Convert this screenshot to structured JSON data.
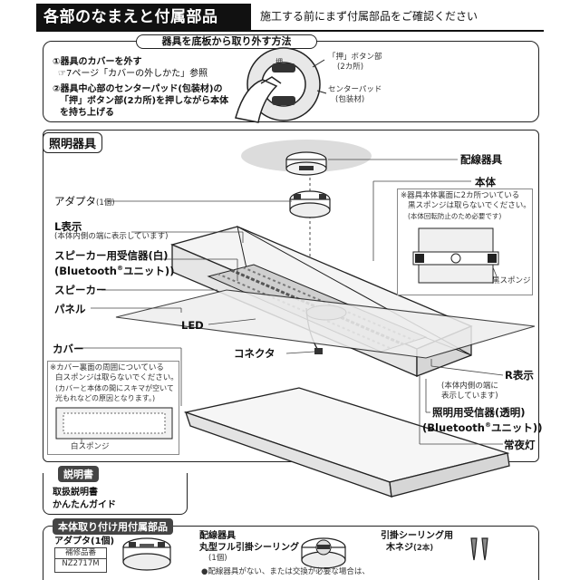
{
  "header": {
    "title": "各部のなまえと付属部品",
    "subtitle": "施工する前にまず付属部品をご確認ください"
  },
  "removal": {
    "title": "器具を底板から取り外す方法",
    "step1": "①器具のカバーを外す",
    "step1_ref": "7ページ「カバーの外しかた」参照",
    "step2_l1": "②器具中心部のセンターパッド(包装材)の",
    "step2_l2": "「押」ボタン部(2カ所)を押しながら本体",
    "step2_l3": "を持ち上げる",
    "label_button_l1": "「押」ボタン部",
    "label_button_l2": "(2カ所)",
    "label_pad_l1": "センターパッド",
    "label_pad_l2": "(包装材)",
    "button_glyph": "押"
  },
  "fixture": {
    "title": "照明器具",
    "labels": {
      "wiring": "配線器具",
      "body": "本体",
      "adapter": "アダプタ",
      "adapter_qty": "(1個)",
      "l_mark": "L表示",
      "l_mark_note": "(本体内側の端に表示しています)",
      "speaker_receiver_l1": "スピーカー用受信器(白)",
      "speaker_receiver_l2": "(Bluetooth",
      "speaker_receiver_l2b": "ユニット)",
      "speaker": "スピーカー",
      "panel": "パネル",
      "led": "LED",
      "connector": "コネクタ",
      "cover": "カバー",
      "r_mark": "R表示",
      "r_mark_note_l1": "(本体内側の端に",
      "r_mark_note_l2": "表示しています)",
      "light_receiver_l1": "照明用受信器(透明)",
      "light_receiver_l2": "(Bluetooth",
      "light_receiver_l2b": "ユニット)",
      "night_light": "常夜灯",
      "registered": "®"
    },
    "body_note": {
      "l1": "※器具本体裏面に2カ所ついている",
      "l2": "黒スポンジは取らないでください。",
      "l3": "(本体回転防止のため必要です)",
      "sponge": "黒スポンジ"
    },
    "cover_note": {
      "l1": "※カバー裏面の周囲についている",
      "l2": "白スポンジは取らないでください。",
      "l3": "(カバーと本体の間にスキマが空いて",
      "l4": "光もれなどの原因となります。)",
      "sponge": "白スポンジ"
    }
  },
  "manual": {
    "title": "説明書",
    "item1": "取扱説明書",
    "item2": "かんたんガイド"
  },
  "accessories": {
    "title": "本体取り付け用付属部品",
    "adapter": "アダプタ(1個)",
    "part_label": "補修品番",
    "part_no": "NZ2717M",
    "wiring_l1": "配線器具",
    "wiring_l2": "丸型フル引掛シーリング",
    "wiring_qty": "(1個)",
    "screws_l1": "引掛シーリング用",
    "screws_l2": "木ネジ",
    "screws_qty": "(2本)",
    "footnote": "●配線器具がない、または交換が必要な場合は、"
  },
  "colors": {
    "ink": "#111111",
    "panel_gray": "#dddddd",
    "dark_tab": "#444444"
  }
}
